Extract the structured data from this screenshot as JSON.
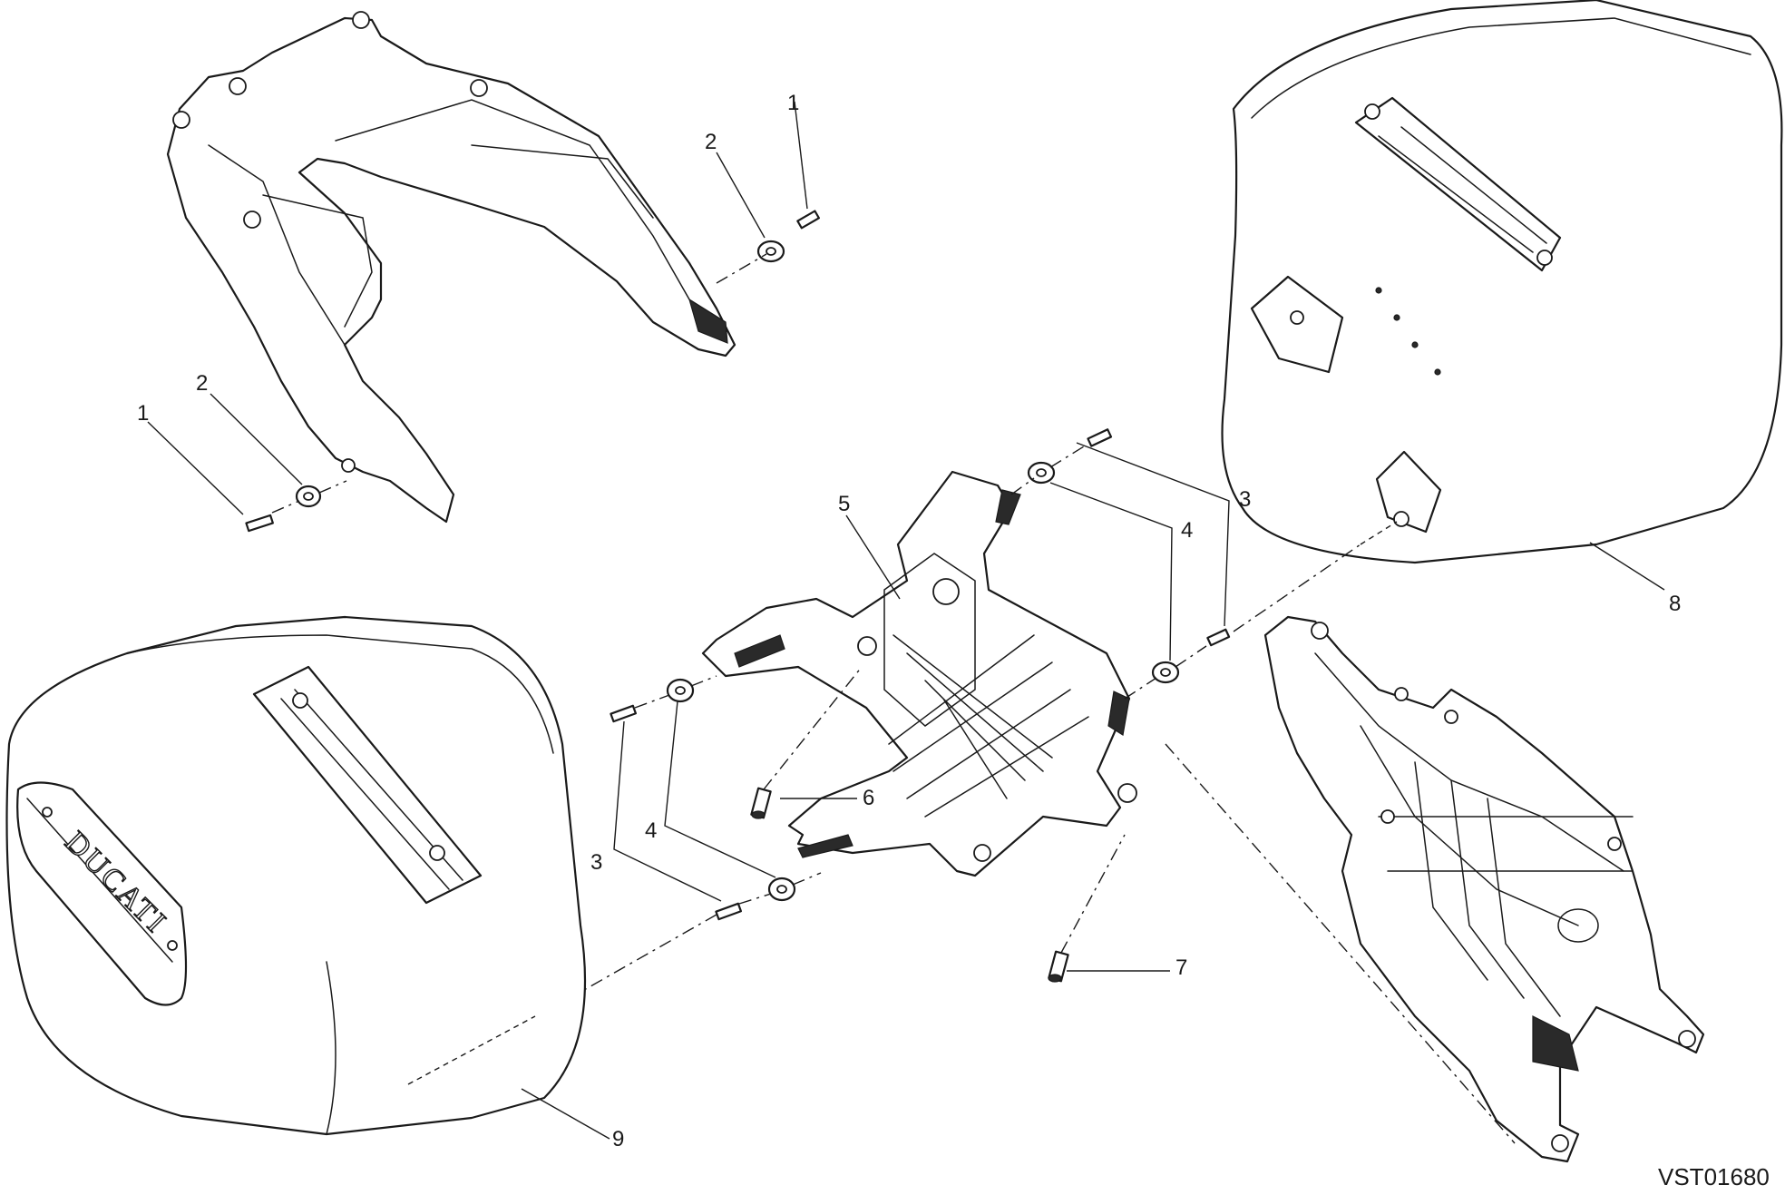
{
  "drawing_code": "VST01680",
  "brand_text": "DUCATI",
  "callouts": {
    "c1_top": "1",
    "c2_top": "2",
    "c1_left": "1",
    "c2_left": "2",
    "c3_right": "3",
    "c4_right": "4",
    "c5": "5",
    "c6": "6",
    "c3_left": "3",
    "c4_left": "4",
    "c7": "7",
    "c8": "8",
    "c9": "9"
  }
}
